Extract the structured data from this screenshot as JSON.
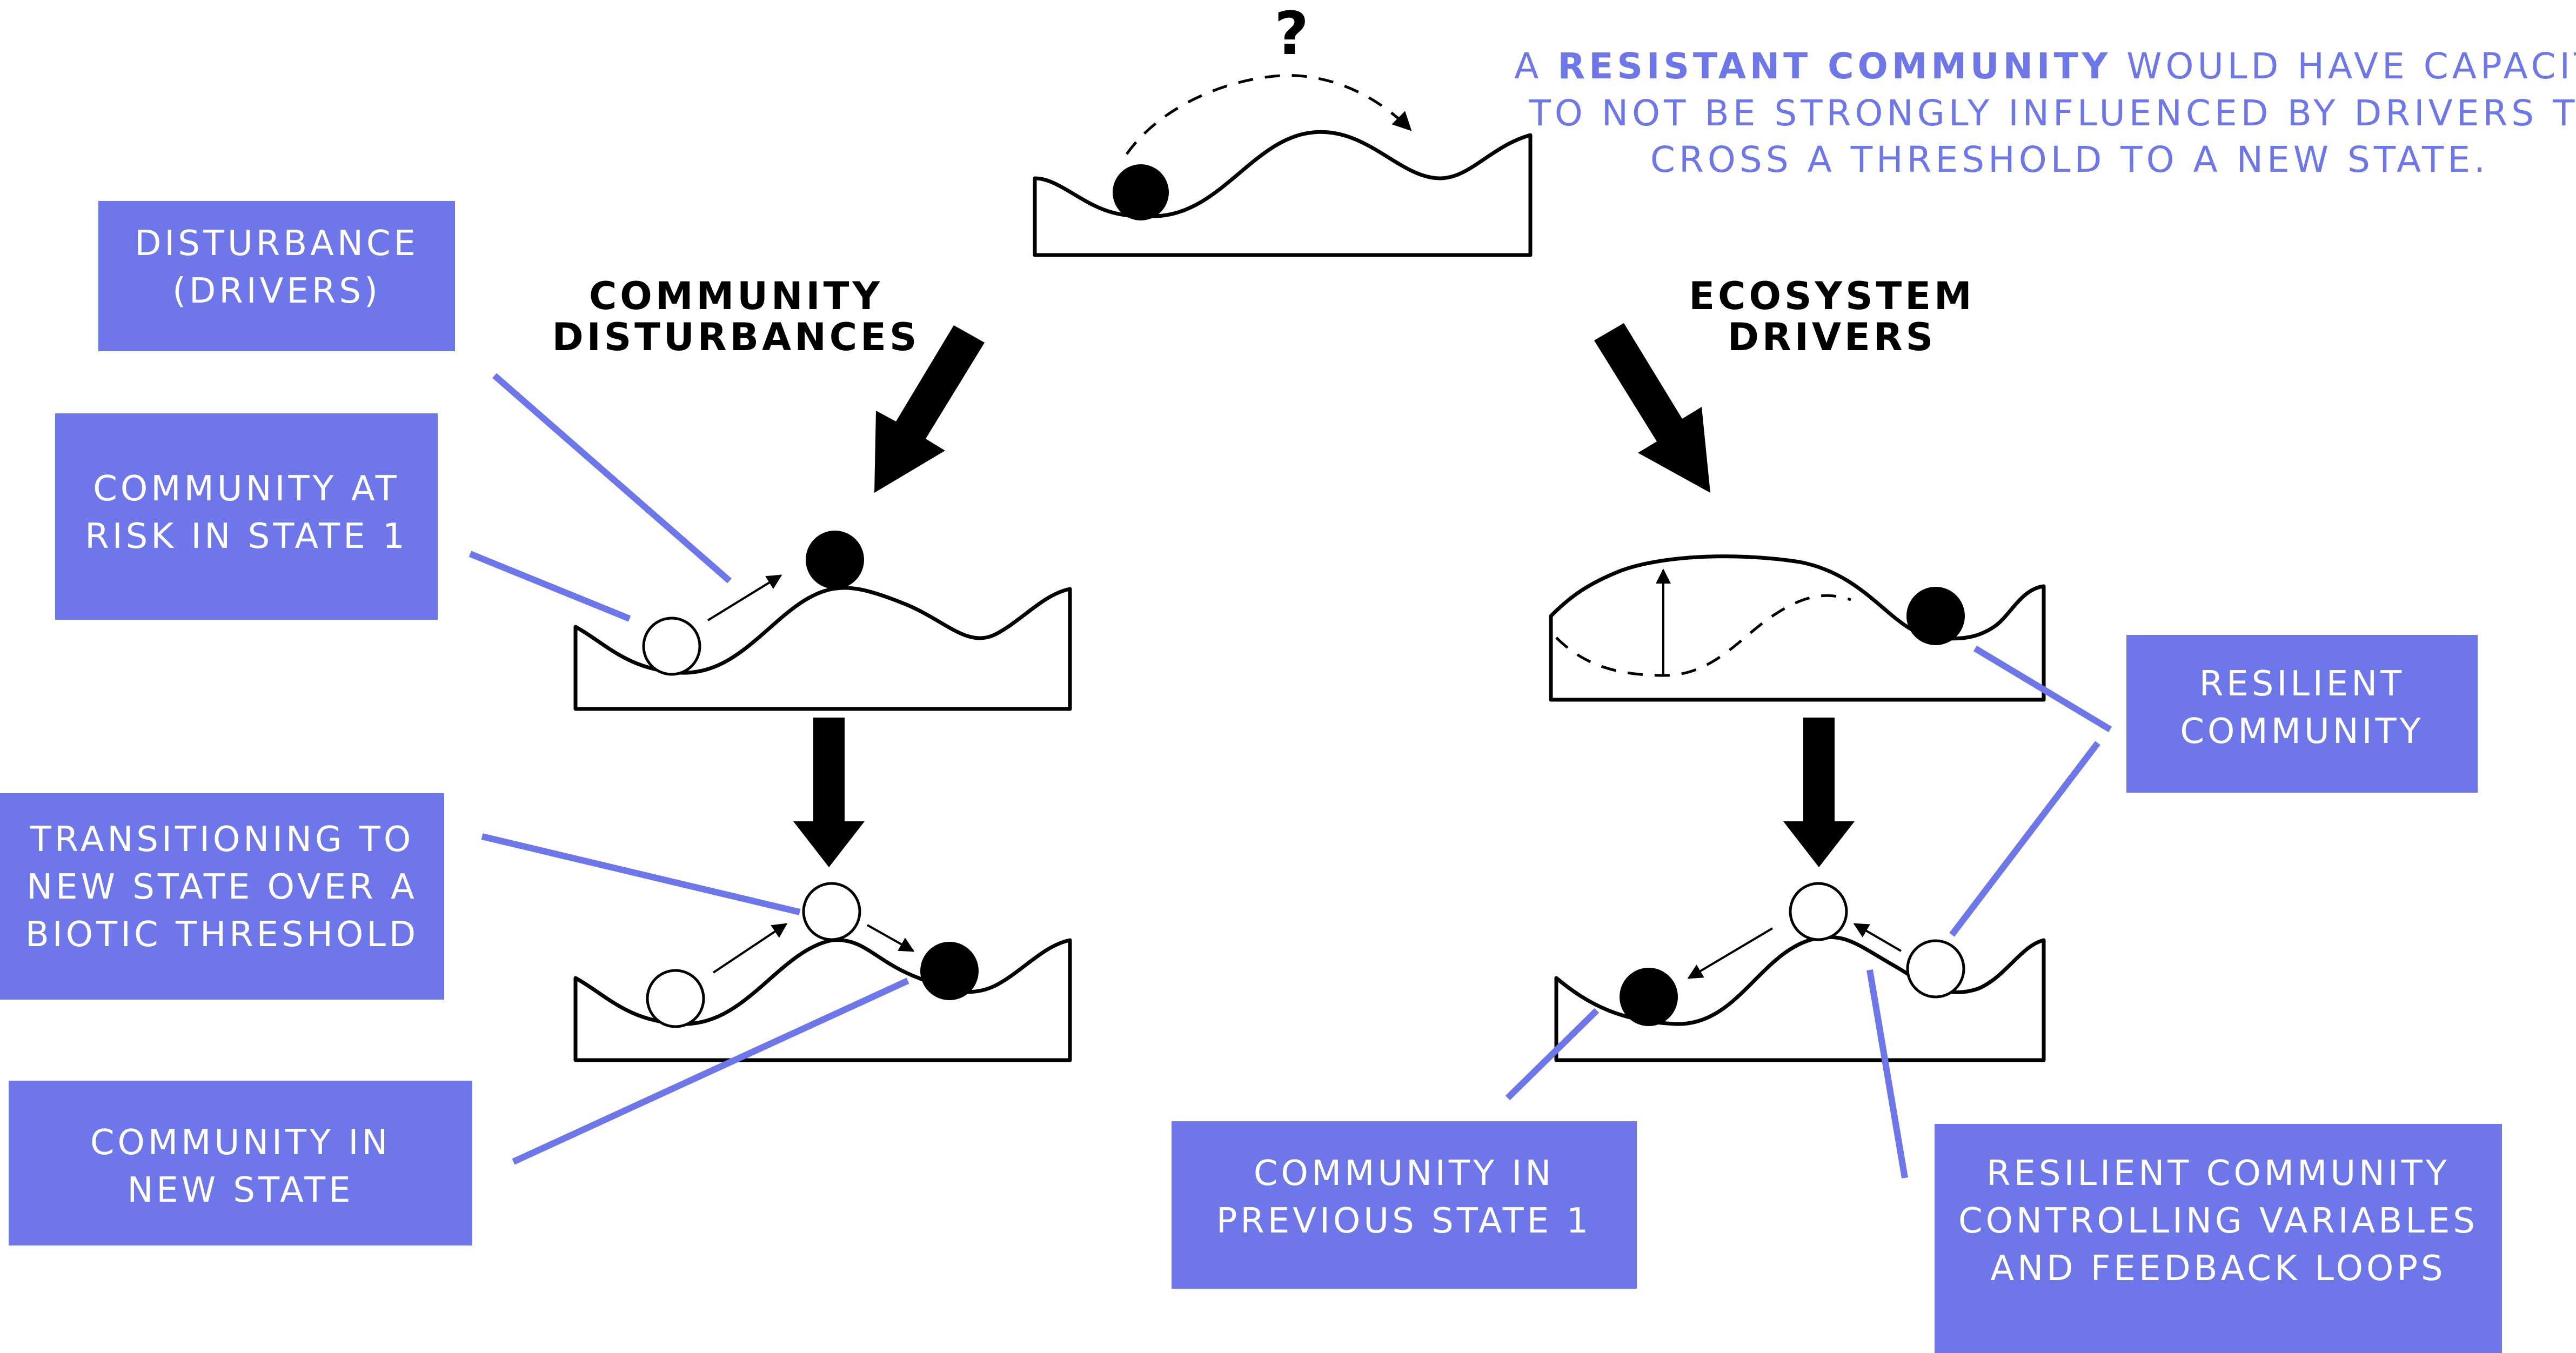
{
  "note": {
    "line1_pre": "A ",
    "line1_strong": "RESISTANT COMMUNITY",
    "line1_post": " WOULD HAVE CAPACITY",
    "line2": "TO NOT BE STRONGLY INFLUENCED BY DRIVERS TO",
    "line3": "CROSS A THRESHOLD TO A NEW STATE."
  },
  "question_mark": "?",
  "headings": {
    "left": [
      "COMMUNITY",
      "DISTURBANCES"
    ],
    "right": [
      "ECOSYSTEM",
      "DRIVERS"
    ]
  },
  "labels": {
    "disturbance": [
      "DISTURBANCE",
      "(DRIVERS)"
    ],
    "at_risk": [
      "COMMUNITY AT",
      "RISK IN STATE 1"
    ],
    "transitioning": [
      "TRANSITIONING TO",
      "NEW STATE OVER A",
      "BIOTIC THRESHOLD"
    ],
    "new_state": [
      "COMMUNITY IN",
      "NEW STATE"
    ],
    "previous_state": [
      "COMMUNITY IN",
      "PREVIOUS STATE 1"
    ],
    "resilient": [
      "RESILIENT",
      "COMMUNITY"
    ],
    "controlling": [
      "RESILIENT COMMUNITY",
      "CONTROLLING VARIABLES",
      "AND FEEDBACK LOOPS"
    ]
  },
  "colors": {
    "accent": "#6e77ea",
    "ink": "#000000",
    "background": "#ffffff"
  }
}
